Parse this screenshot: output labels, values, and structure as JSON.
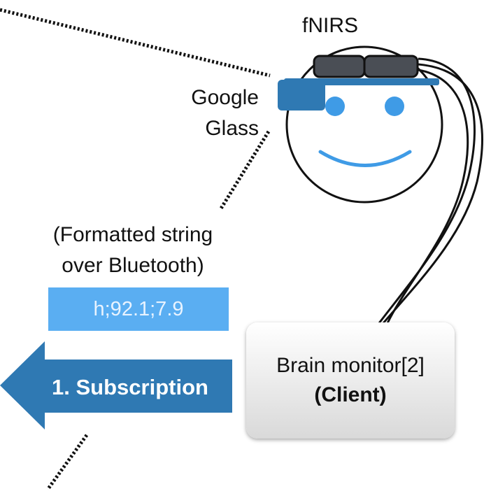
{
  "labels": {
    "fnirs": "fNIRS",
    "google_glass_line1": "Google",
    "google_glass_line2": "Glass",
    "string_line1": "(Formatted string",
    "string_line2": "over Bluetooth)"
  },
  "message": {
    "value": "h;92.1;7.9"
  },
  "arrow": {
    "label": "1. Subscription"
  },
  "client": {
    "name": "Brain monitor[2]",
    "role": "(Client)"
  },
  "colors": {
    "glass": "#2f79b3",
    "message_box": "#5aaef2",
    "arrow": "#2f79b3",
    "eyes": "#3f9be6",
    "sensor": "#4a4e55"
  }
}
